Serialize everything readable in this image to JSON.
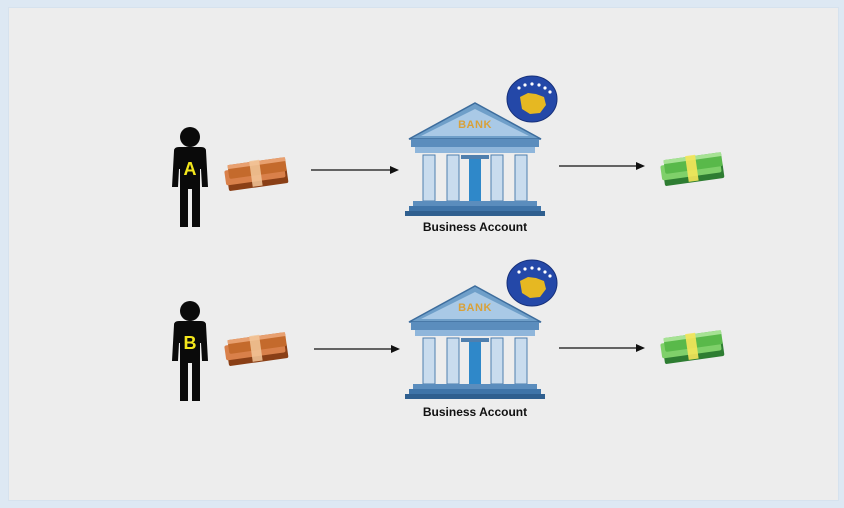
{
  "flows": [
    {
      "person_label": "A",
      "bank_sign": "BANK",
      "bank_caption": "Business Account",
      "input_money": "cash-bundle-brown-icon",
      "output_money": "cash-bundle-green-icon"
    },
    {
      "person_label": "B",
      "bank_sign": "BANK",
      "bank_caption": "Business Account",
      "input_money": "cash-bundle-brown-icon",
      "output_money": "cash-bundle-green-icon"
    }
  ],
  "icons": {
    "person": "person-silhouette-icon",
    "bank": "bank-building-icon",
    "flag": "kosovo-flag-emblem-icon",
    "arrow": "right-arrow-icon"
  },
  "colors": {
    "background": "#ededed",
    "frame": "#dde8f3",
    "person": "#0a0a0a",
    "person_label": "#f4e71c",
    "brown_money": "#c46a2c",
    "green_money": "#59b94a",
    "bank_blue": "#6f9fc9",
    "flag_blue": "#2448a8",
    "flag_gold": "#e6b822"
  }
}
